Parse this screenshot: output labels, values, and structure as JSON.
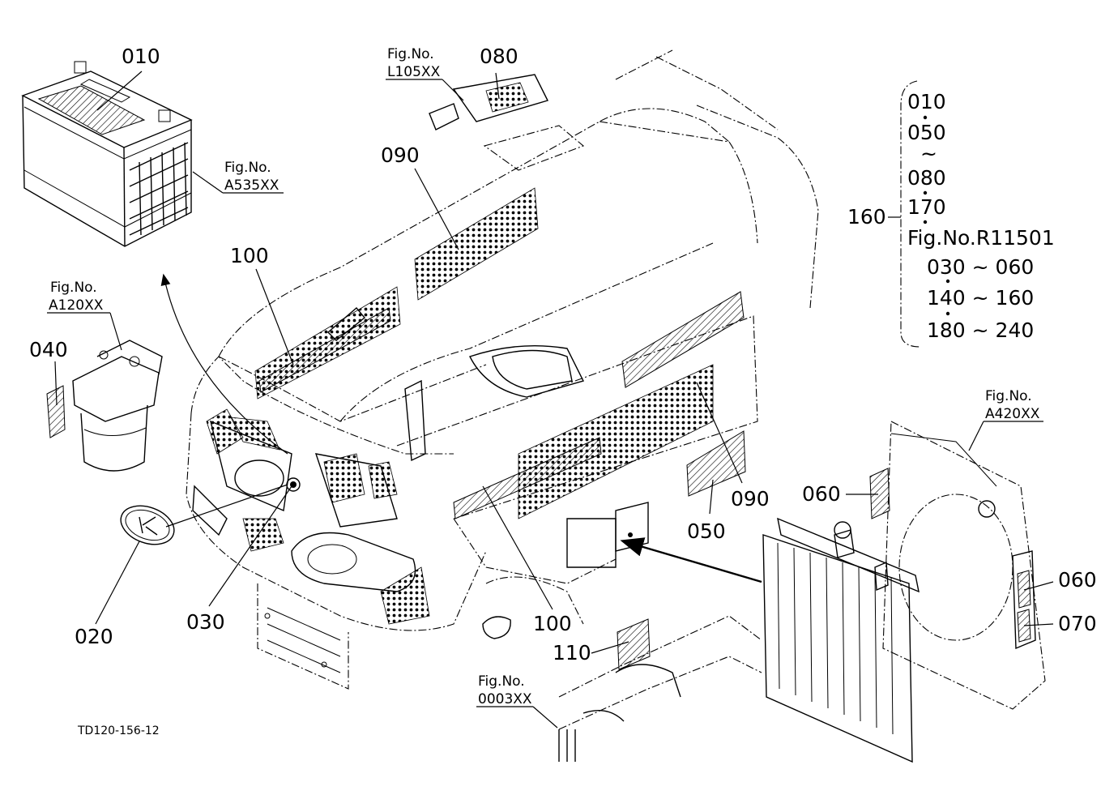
{
  "drawing_id": "TD120-156-12",
  "figure_refs": {
    "battery": {
      "line1": "Fig.No.",
      "line2": "A535XX"
    },
    "filter": {
      "line1": "Fig.No.",
      "line2": "A120XX"
    },
    "plate": {
      "line1": "Fig.No.",
      "line2": "L105XX"
    },
    "radiator": {
      "line1": "Fig.No.",
      "line2": "A420XX"
    },
    "frame": {
      "line1": "Fig.No.",
      "line2": "0003XX"
    }
  },
  "callouts": {
    "c010": "010",
    "c020": "020",
    "c030": "030",
    "c040": "040",
    "c050": "050",
    "c060a": "060",
    "c060b": "060",
    "c070": "070",
    "c080": "080",
    "c090a": "090",
    "c090b": "090",
    "c100a": "100",
    "c100b": "100",
    "c110": "110"
  },
  "set_note": {
    "part": "160",
    "rows": [
      "010",
      "050",
      "~",
      "080",
      "170",
      "Fig.No.R11501",
      "030 ~ 060",
      "140 ~ 160",
      "180 ~ 240"
    ]
  }
}
